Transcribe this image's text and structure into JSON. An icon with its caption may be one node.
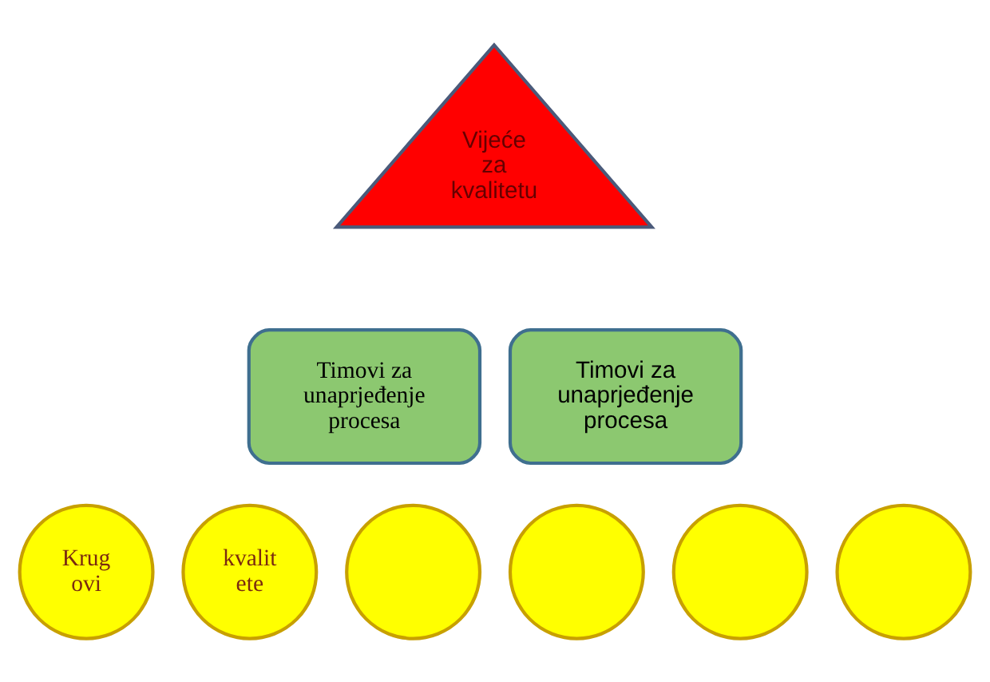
{
  "diagram": {
    "nodes": [
      {
        "text": [
          "Vijeće za kvalitetu"
        ]
      },
      {
        "text": [
          "Timovi za unaprjeđenje procesa"
        ]
      },
      {
        "text": [
          "Timovi za unaprjeđenje procesa"
        ]
      },
      {
        "text": [
          "Krug ovi"
        ]
      },
      {
        "text": [
          "kvalit ete"
        ]
      },
      {
        "text": [],
        "shape": "circle"
      },
      {
        "text": [],
        "shape": "circle"
      },
      {
        "text": [],
        "shape": "circle"
      },
      {
        "text": [],
        "shape": "circle"
      }
    ],
    "edges": []
  }
}
